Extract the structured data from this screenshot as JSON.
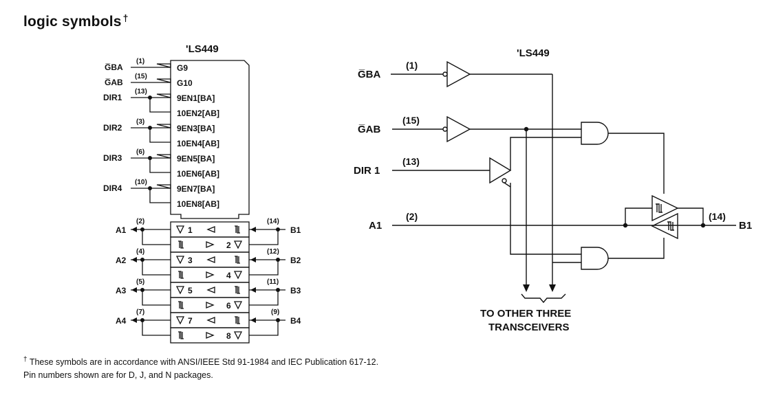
{
  "heading": {
    "title": "logic symbols",
    "mark": "†"
  },
  "left_symbol": {
    "part": "'LS449",
    "control_inputs": [
      {
        "name": "G̅BA",
        "pin": "(1)"
      },
      {
        "name": "G̅AB",
        "pin": "(15)"
      },
      {
        "name": "DIR1",
        "pin": "(13)"
      },
      {
        "name": "DIR2",
        "pin": "(3)"
      },
      {
        "name": "DIR3",
        "pin": "(6)"
      },
      {
        "name": "DIR4",
        "pin": "(10)"
      }
    ],
    "control_labels": [
      "G9",
      "G10",
      "9EN1[BA]",
      "10EN2[AB]",
      "9EN3[BA]",
      "10EN4[AB]",
      "9EN5[BA]",
      "10EN6[AB]",
      "9EN7[BA]",
      "10EN8[AB]"
    ],
    "a_ports": [
      {
        "name": "A1",
        "pin": "(2)"
      },
      {
        "name": "A2",
        "pin": "(4)"
      },
      {
        "name": "A3",
        "pin": "(5)"
      },
      {
        "name": "A4",
        "pin": "(7)"
      }
    ],
    "b_ports": [
      {
        "name": "B1",
        "pin": "(14)"
      },
      {
        "name": "B2",
        "pin": "(12)"
      },
      {
        "name": "B3",
        "pin": "(11)"
      },
      {
        "name": "B4",
        "pin": "(9)"
      }
    ],
    "io_numbers": [
      "1",
      "2",
      "3",
      "4",
      "5",
      "6",
      "7",
      "8"
    ]
  },
  "right_diagram": {
    "part": "'LS449",
    "gba": {
      "name": "G̅BA",
      "pin": "(1)"
    },
    "gab": {
      "name": "G̅AB",
      "pin": "(15)"
    },
    "dir": {
      "name": "DIR 1",
      "pin": "(13)"
    },
    "a1": {
      "name": "A1",
      "pin": "(2)"
    },
    "b1": {
      "name": "B1",
      "pin": "(14)"
    },
    "note_line1": "TO OTHER THREE",
    "note_line2": "TRANSCEIVERS"
  },
  "footnote": {
    "mark": "†",
    "line1": "These symbols are in accordance with ANSI/IEEE Std 91-1984 and IEC Publication 617-12.",
    "line2": "Pin numbers shown are for D, J, and N packages."
  }
}
